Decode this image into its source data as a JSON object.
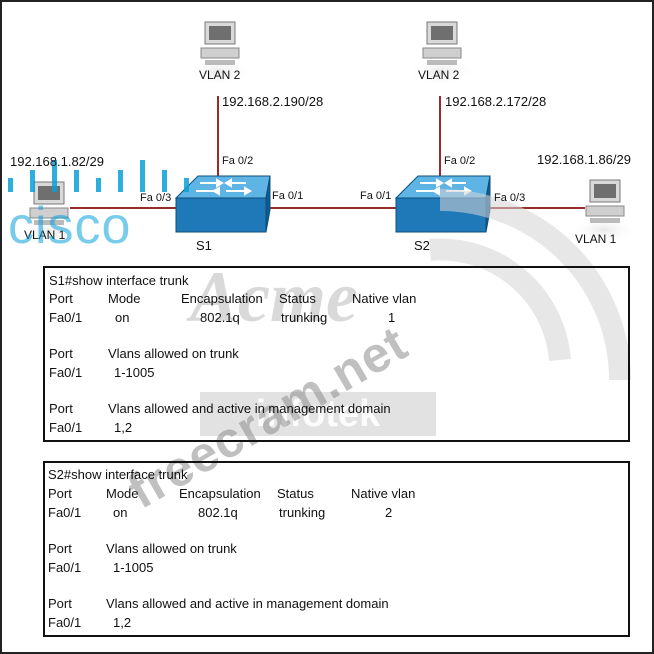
{
  "hosts": {
    "pc_top_left": {
      "vlan": "VLAN 2",
      "ip": "192.168.2.190/28"
    },
    "pc_top_right": {
      "vlan": "VLAN 2",
      "ip": "192.168.2.172/28"
    },
    "pc_left": {
      "vlan": "VLAN 1",
      "ip": "192.168.1.82/29"
    },
    "pc_right": {
      "vlan": "VLAN 1",
      "ip": "192.168.1.86/29"
    }
  },
  "switches": {
    "s1": {
      "name": "S1",
      "port_up": "Fa 0/2",
      "port_left": "Fa 0/3",
      "port_right": "Fa 0/1"
    },
    "s2": {
      "name": "S2",
      "port_up": "Fa 0/2",
      "port_left": "Fa 0/1",
      "port_right": "Fa 0/3"
    }
  },
  "outputs": {
    "s1": {
      "command": "S1#show interface trunk",
      "headers": [
        "Port",
        "Mode",
        "Encapsulation",
        "Status",
        "Native vlan"
      ],
      "row": [
        "Fa0/1",
        "on",
        "802.1q",
        "trunking",
        "1"
      ],
      "allowed_header": [
        "Port",
        "Vlans allowed on trunk"
      ],
      "allowed_row": [
        "Fa0/1",
        "1-1005"
      ],
      "active_header": [
        "Port",
        "Vlans allowed and active in management domain"
      ],
      "active_row": [
        "Fa0/1",
        "1,2"
      ]
    },
    "s2": {
      "command": "S2#show interface trunk",
      "headers": [
        "Port",
        "Mode",
        "Encapsulation",
        "Status",
        "Native vlan"
      ],
      "row": [
        "Fa0/1",
        "on",
        "802.1q",
        "trunking",
        "2"
      ],
      "allowed_header": [
        "Port",
        "Vlans allowed on trunk"
      ],
      "allowed_row": [
        "Fa0/1",
        "1-1005"
      ],
      "active_header": [
        "Port",
        "Vlans allowed and active in management domain"
      ],
      "active_row": [
        "Fa0/1",
        "1,2"
      ]
    }
  },
  "watermarks": {
    "cisco": "cisco",
    "freecram": "freecram.net",
    "acme": "Acme",
    "infotek": "infotek"
  },
  "colors": {
    "link": "#9b2a2a",
    "switch_top": "#5fb4e6",
    "switch_front": "#1f78b8",
    "switch_side": "#125a8c",
    "cisco_blue": "#0aa0d8",
    "watermark_gray": "#bfbfbf"
  }
}
